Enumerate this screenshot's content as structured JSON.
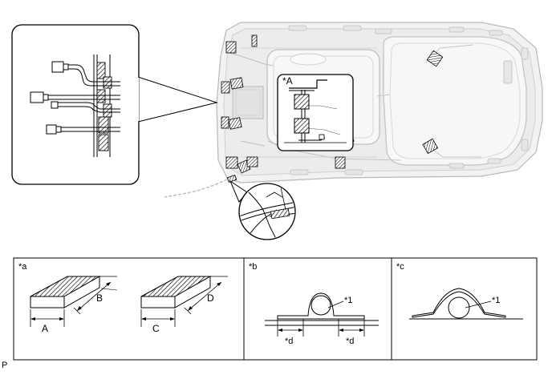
{
  "diagram": {
    "main_view": {
      "zoom_label": "*A"
    },
    "legend_panels": [
      {
        "id": "a",
        "tag": "*a",
        "dimension_labels": [
          "A",
          "B",
          "C",
          "D"
        ]
      },
      {
        "id": "b",
        "tag": "*b",
        "callout": "*1",
        "dimension_labels": [
          "*d",
          "*d"
        ]
      },
      {
        "id": "c",
        "tag": "*c",
        "callout": "*1"
      }
    ],
    "figure_code": "P"
  }
}
